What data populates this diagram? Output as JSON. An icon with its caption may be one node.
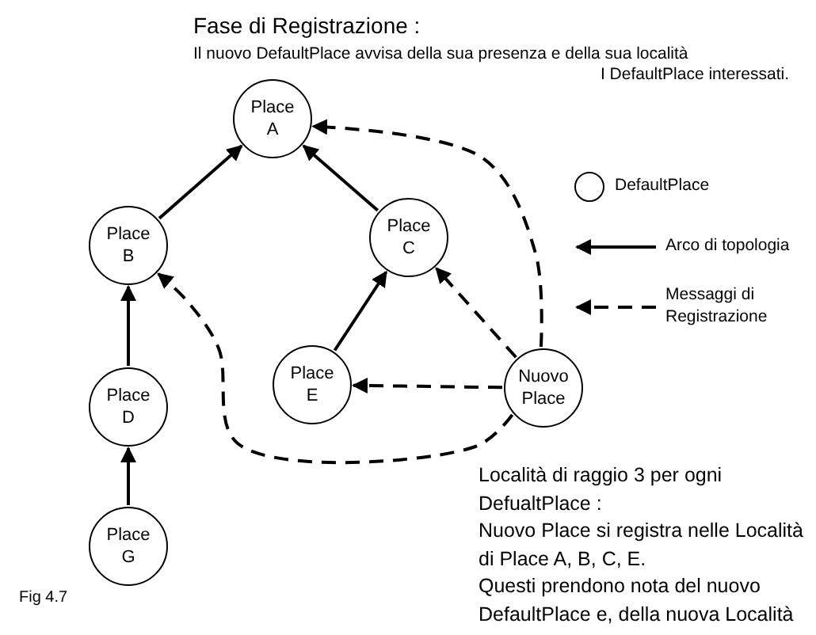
{
  "diagram": {
    "title": "Fase di Registrazione :",
    "caption": "Fig 4.7",
    "nodes": [
      {
        "text": [
          "Place A"
        ]
      },
      {
        "text": [
          "Place B"
        ]
      },
      {
        "text": [
          "Place C"
        ]
      },
      {
        "text": [
          "Place D"
        ]
      },
      {
        "text": [
          "Place E"
        ]
      },
      {
        "text": [
          "Nuovo Place"
        ]
      },
      {
        "text": [
          "Place G"
        ]
      }
    ],
    "edges": [
      {
        "from": 1,
        "to": 0,
        "arrow": "to"
      },
      {
        "from": 2,
        "to": 0,
        "arrow": "to"
      },
      {
        "from": 3,
        "to": 1,
        "arrow": "to"
      },
      {
        "from": 6,
        "to": 3,
        "arrow": "to"
      },
      {
        "from": 4,
        "to": 2,
        "arrow": "to"
      },
      {
        "from": 5,
        "to": 0,
        "arrow": "to",
        "style": "dashed"
      },
      {
        "from": 5,
        "to": 2,
        "arrow": "to",
        "style": "dashed"
      },
      {
        "from": 5,
        "to": 4,
        "arrow": "to",
        "style": "dashed"
      },
      {
        "from": 5,
        "to": 1,
        "arrow": "to",
        "style": "dashed"
      }
    ],
    "labels": [
      "Il nuovo DefaultPlace avvisa della sua presenza e della sua località",
      "I DefaultPlace interessati.",
      "Località di raggio 3 per ogni DefualtPlace :",
      "Nuovo Place si registra nelle Località di Place A, B, C, E.",
      "Questi prendono nota del nuovo DefaultPlace e, della nuova Località"
    ],
    "legend": [
      {
        "text": "DefaultPlace"
      },
      {
        "text": "Arco di topologia"
      },
      {
        "text": "Messaggi di Registrazione"
      }
    ]
  }
}
